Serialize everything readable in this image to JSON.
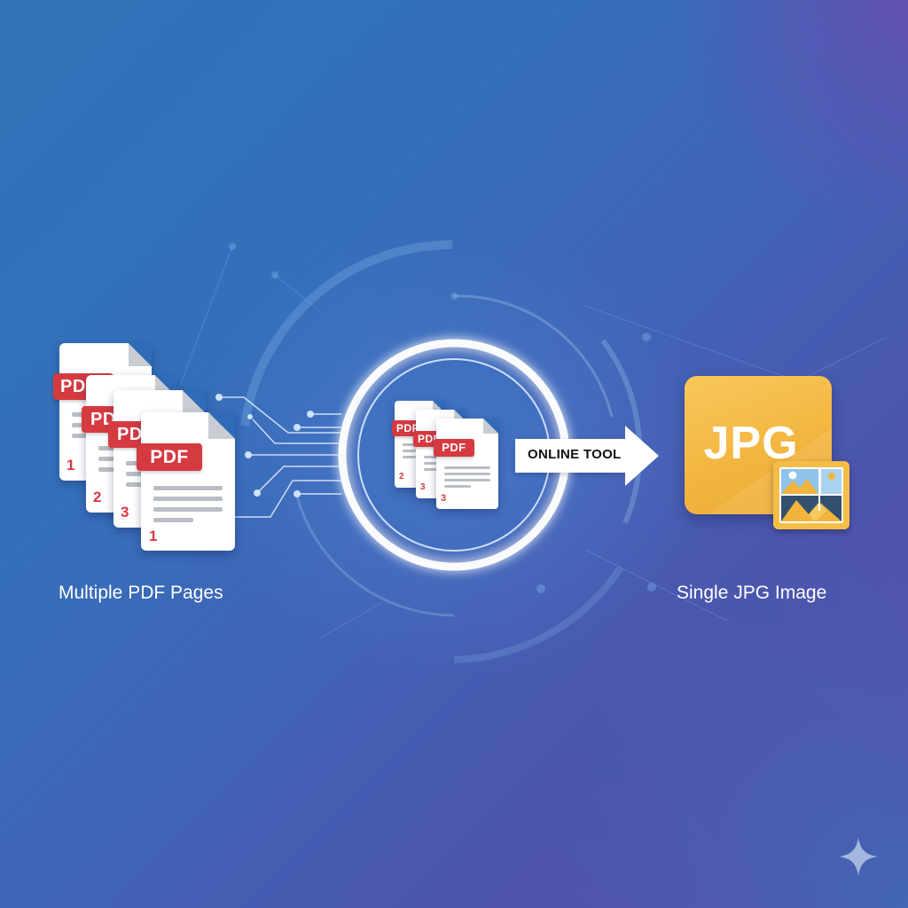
{
  "left": {
    "caption": "Multiple PDF Pages",
    "pages": [
      {
        "badge": "PDF",
        "page_number": "1"
      },
      {
        "badge": "PDF",
        "page_number": "2"
      },
      {
        "badge": "PDF",
        "page_number": "3"
      },
      {
        "badge": "PDF",
        "page_number": "1"
      }
    ]
  },
  "center": {
    "pages": [
      {
        "badge": "PDF",
        "page_number": "2"
      },
      {
        "badge": "PDF",
        "page_number": "3"
      },
      {
        "badge": "PDF",
        "page_number": "3"
      }
    ],
    "arrow_label": "ONLINE TOOL"
  },
  "right": {
    "caption": "Single JPG Image",
    "tile_label": "JPG"
  },
  "icons": {
    "sparkle": "sparkle-icon",
    "image": "image-thumbnail-icon"
  },
  "colors": {
    "bg_blue": "#3172b9",
    "bg_purple": "#6648a8",
    "pdf_red": "#d63a41",
    "jpg_yellow": "#f2b43e",
    "white": "#ffffff"
  }
}
